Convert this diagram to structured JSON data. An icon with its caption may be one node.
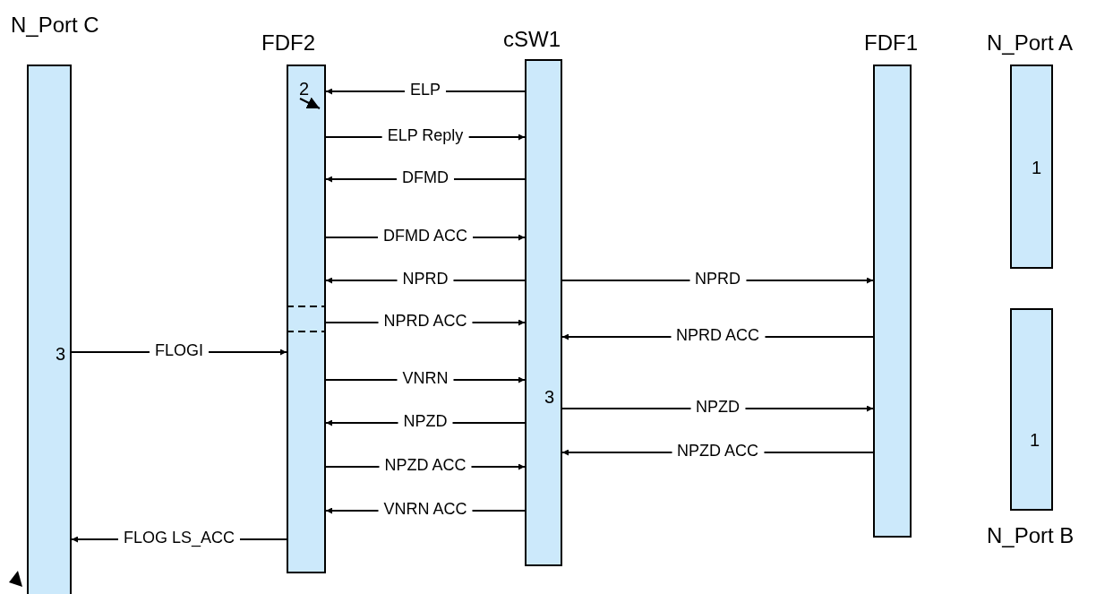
{
  "diagram": {
    "nodes": [
      {
        "text": [
          "N_Port C",
          "3"
        ]
      },
      {
        "text": [
          "FDF2",
          "2"
        ]
      },
      {
        "text": [
          "cSW1",
          "3"
        ]
      },
      {
        "text": [
          "FDF1"
        ]
      },
      {
        "text": [
          "N_Port A",
          "1"
        ]
      },
      {
        "text": [
          "1",
          "N_Port B"
        ]
      }
    ],
    "edges": [
      {
        "from": null,
        "to": 1,
        "arrow": "to"
      },
      {
        "from": 2,
        "to": 1,
        "arrow": "to",
        "label": "ELP"
      },
      {
        "from": 1,
        "to": 2,
        "arrow": "to",
        "label": "ELP Reply"
      },
      {
        "from": 2,
        "to": 1,
        "arrow": "to",
        "label": "DFMD"
      },
      {
        "from": 1,
        "to": 2,
        "arrow": "to",
        "label": "DFMD ACC"
      },
      {
        "from": 2,
        "to": 1,
        "arrow": "to",
        "label": "NPRD"
      },
      {
        "from": 2,
        "to": 3,
        "arrow": "to",
        "label": "NPRD"
      },
      {
        "from": 1,
        "to": 2,
        "arrow": "to",
        "label": "NPRD ACC"
      },
      {
        "from": 3,
        "to": 2,
        "arrow": "to",
        "label": "NPRD ACC"
      },
      {
        "from": 0,
        "to": 1,
        "arrow": "to",
        "label": "FLOGI"
      },
      {
        "from": 1,
        "to": 2,
        "arrow": "to",
        "label": "VNRN"
      },
      {
        "from": 2,
        "to": 3,
        "arrow": "to",
        "label": "NPZD"
      },
      {
        "from": 2,
        "to": 1,
        "arrow": "to",
        "label": "NPZD"
      },
      {
        "from": 3,
        "to": 2,
        "arrow": "to",
        "label": "NPZD ACC"
      },
      {
        "from": 1,
        "to": 2,
        "arrow": "to",
        "label": "NPZD ACC"
      },
      {
        "from": 2,
        "to": 1,
        "arrow": "to",
        "label": "VNRN ACC"
      },
      {
        "from": 1,
        "to": 0,
        "arrow": "to",
        "label": "FLOG LS_ACC"
      }
    ]
  }
}
